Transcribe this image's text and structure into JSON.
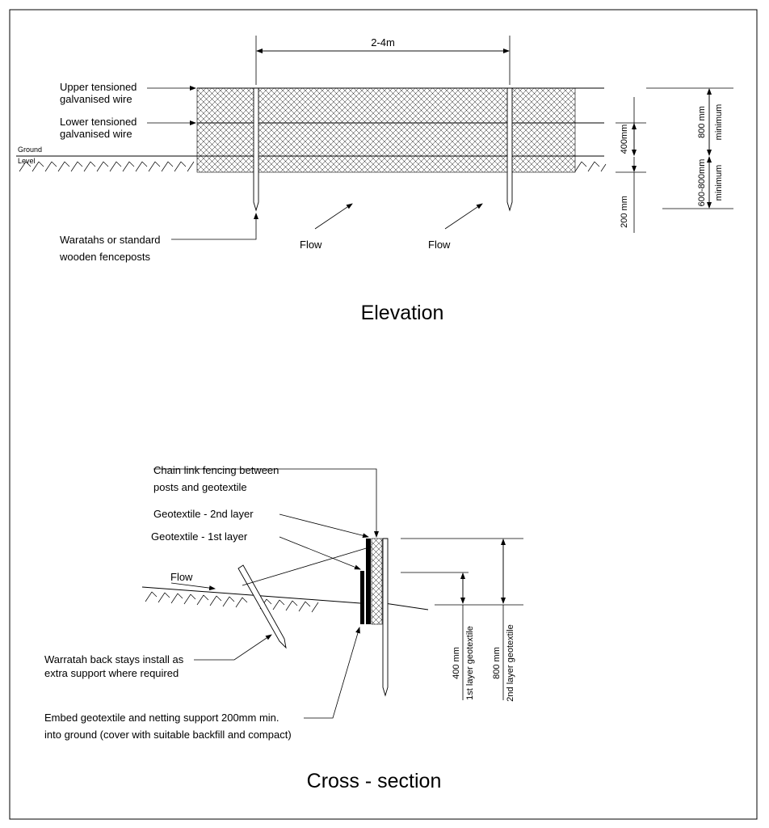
{
  "elevation": {
    "title": "Elevation",
    "span_label": "2-4m",
    "upper_wire_label": [
      "Upper tensioned",
      "galvanised wire"
    ],
    "lower_wire_label": [
      "Lower tensioned",
      "galvanised wire"
    ],
    "ground_label": [
      "Ground",
      "Level"
    ],
    "posts_label": [
      "Waratahs or standard",
      "wooden fenceposts"
    ],
    "flow_label_1": "Flow",
    "flow_label_2": "Flow",
    "dim_400": "400mm",
    "dim_200": "200 mm",
    "dim_800": [
      "800 mm",
      "minimum"
    ],
    "dim_600_800": [
      "600-800mm",
      "minimum"
    ]
  },
  "cross_section": {
    "title": "Cross - section",
    "chain_link_label": [
      "Chain link fencing between",
      "posts and geotextile"
    ],
    "geotextile_2_label": "Geotextile - 2nd layer",
    "geotextile_1_label": "Geotextile - 1st layer",
    "flow_label": "Flow",
    "backstay_label": [
      "Warratah back stays install as",
      "extra support where required"
    ],
    "embed_label": [
      "Embed geotextile and netting support 200mm min.",
      "into ground (cover with suitable backfill and compact)"
    ],
    "dim_400": [
      "400 mm",
      "1st layer geotextile"
    ],
    "dim_800": [
      "800 mm",
      "2nd layer geotextile"
    ]
  }
}
